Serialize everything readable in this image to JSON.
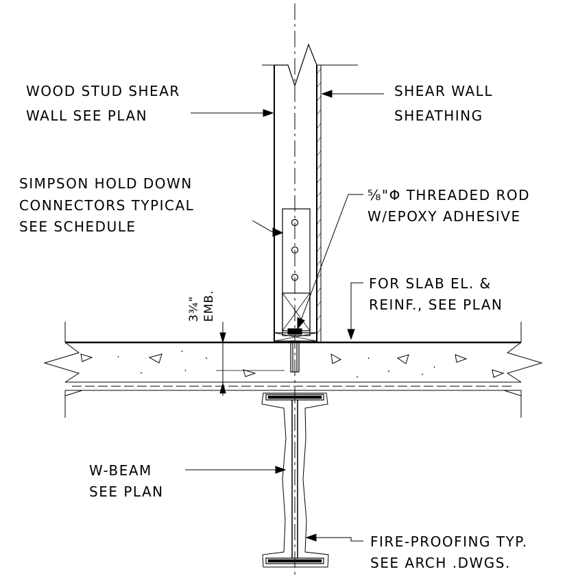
{
  "labels": {
    "wood_stud_1": "WOOD STUD SHEAR",
    "wood_stud_2": "WALL SEE PLAN",
    "sheathing_1": "SHEAR WALL",
    "sheathing_2": "SHEATHING",
    "holddown_1": "SIMPSON HOLD DOWN",
    "holddown_2": "CONNECTORS TYPICAL",
    "holddown_3": "SEE SCHEDULE",
    "rod_1": "⅝\"Φ THREADED ROD",
    "rod_2": "W/EPOXY ADHESIVE",
    "slab_1": "FOR SLAB EL. &",
    "slab_2": "REINF., SEE PLAN",
    "emb_1": "3¾\"",
    "emb_2": "EMB.",
    "beam_1": "W-BEAM",
    "beam_2": "SEE PLAN",
    "fire_1": "FIRE-PROOFING TYP.",
    "fire_2": "SEE ARCH .DWGS."
  },
  "colors": {
    "line": "#000000",
    "background": "#ffffff"
  }
}
